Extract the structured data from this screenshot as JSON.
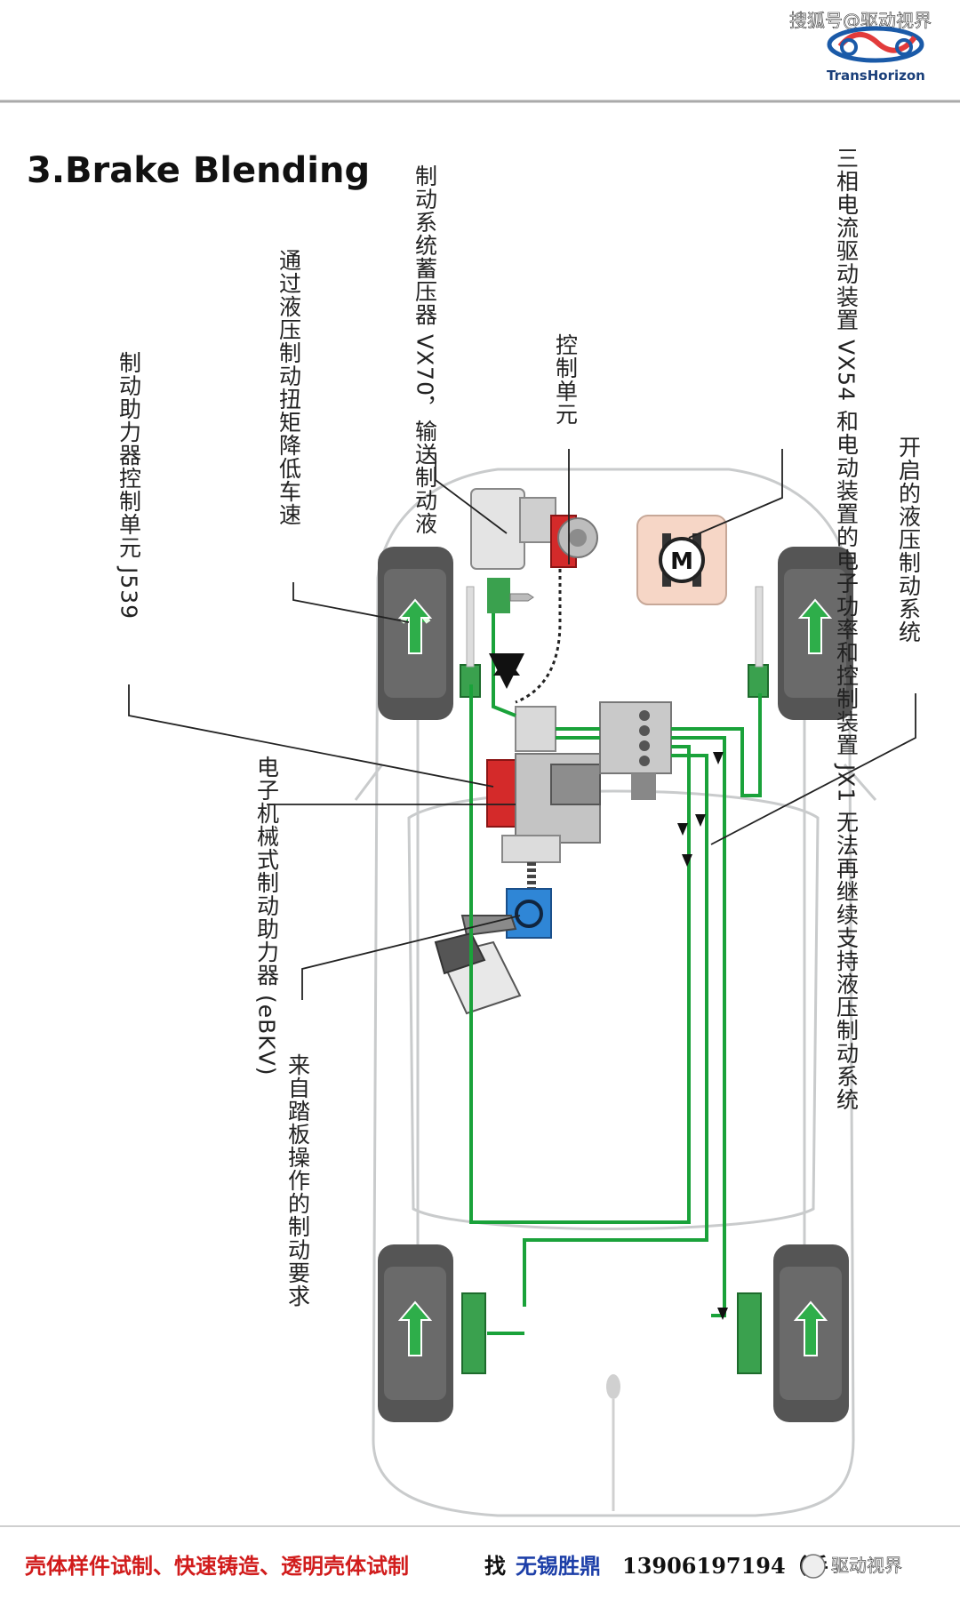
{
  "header": {
    "watermark": "搜狐号@驱动视界",
    "logo_text": "TransHorizon"
  },
  "title": "3.Brake Blending",
  "labels": {
    "l1": "制动系统蓄压器 VX70，输送制动液",
    "l2": "控制单元",
    "l3": "三相电流驱动装置 VX54 和电动装置的电子功率和控制装置 JX1 无法再继续支持液压制动系统",
    "l4": "通过液压制动扭矩降低车速",
    "l5": "制动助力器控制单元 J539",
    "l6": "开启的液压制动系统",
    "l7": "电子机械式制动助力器 (eBKV)",
    "l8": "来自踏板操作的制动要求"
  },
  "motor_symbol": "M",
  "footer": {
    "part1": "壳体样件试制、快速铸造、透明壳体试制",
    "part2": "找",
    "part3": "无锡胜鼎",
    "part4": "13906197194（手",
    "watermark": "驱动视界"
  },
  "colors": {
    "pipe": "#1aa23a",
    "control_unit_red": "#d42a2a",
    "pedal_blue": "#2f86d6",
    "motor_box": "#f6d6c6",
    "footer_red": "#d11c1c"
  }
}
